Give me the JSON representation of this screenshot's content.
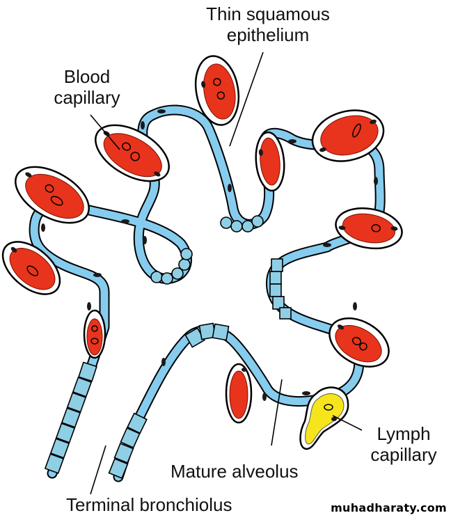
{
  "labels": {
    "thin_squamous_line1": "Thin squamous",
    "thin_squamous_line2": "epithelium",
    "blood_capillary_line1": "Blood",
    "blood_capillary_line2": "capillary",
    "lymph_capillary_line1": "Lymph",
    "lymph_capillary_line2": "capillary",
    "mature_alveolus": "Mature alveolus",
    "terminal_bronchiolus": "Terminal bronchiolus"
  },
  "watermark": "muhadharaty.com",
  "colors": {
    "epithelium": "#86ccee",
    "blood_capillary": "#e8341c",
    "lymph_capillary": "#f6e51c",
    "outline": "#000000",
    "background": "#ffffff"
  }
}
